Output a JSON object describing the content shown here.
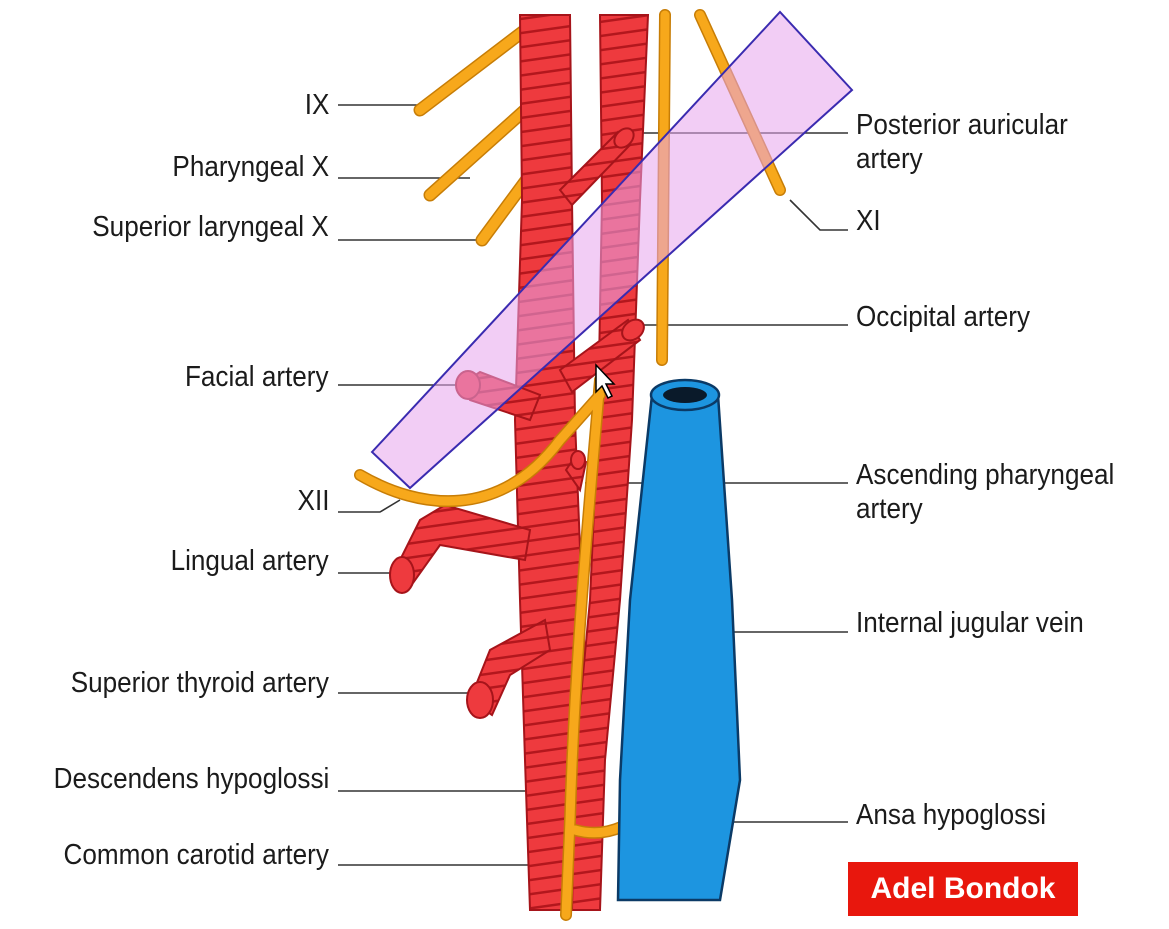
{
  "left_labels": [
    "IX",
    "Pharyngeal X",
    "Superior laryngeal X",
    "Facial artery",
    "XII",
    "Lingual artery",
    "Superior thyroid artery",
    "Descendens hypoglossi",
    "Common carotid artery"
  ],
  "right_labels": [
    "Posterior auricular",
    "artery",
    "XI",
    "Occipital artery",
    "Ascending pharyngeal",
    "artery",
    "Internal jugular vein",
    "Ansa hypoglossi"
  ],
  "watermark": "Adel Bondok",
  "colors": {
    "artery": "#ee3a3e",
    "artery_stripe": "#b3171d",
    "nerve": "#f7a81b",
    "vein": "#1d95e0",
    "highlight": "#e7a4ec"
  }
}
